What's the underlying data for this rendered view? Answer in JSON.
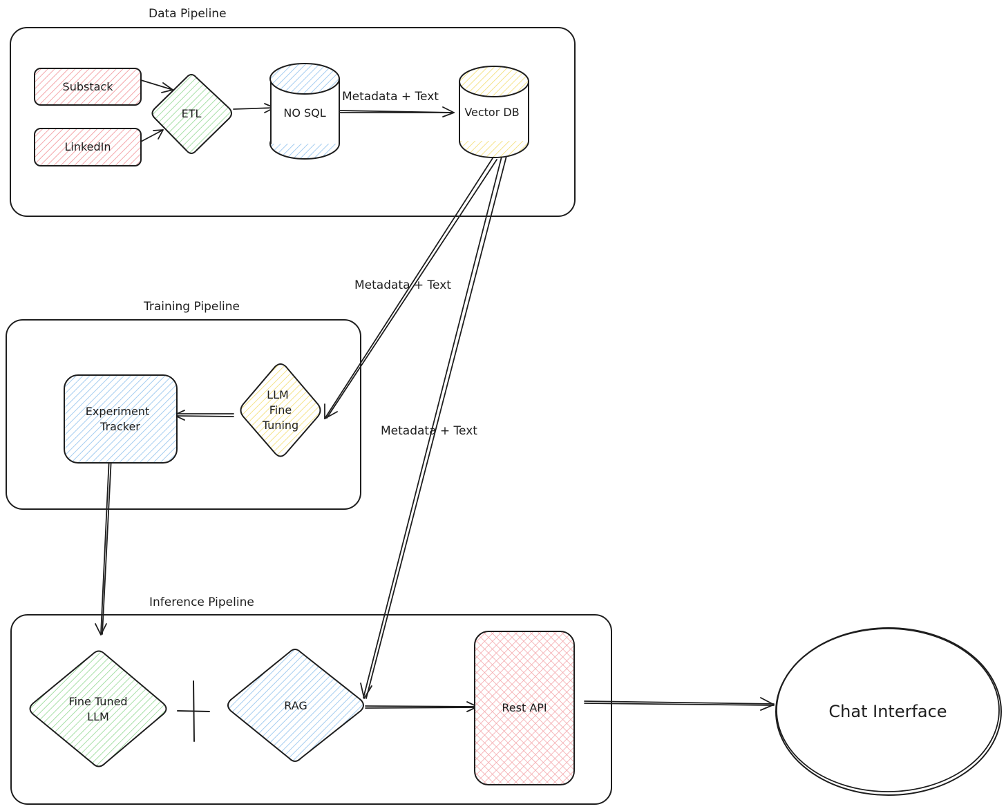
{
  "groups": {
    "data_pipeline": "Data Pipeline",
    "training_pipeline": "Training Pipeline",
    "inference_pipeline": "Inference Pipeline"
  },
  "nodes": {
    "substack": "Substack",
    "linkedin": "LinkedIn",
    "etl": "ETL",
    "nosql": "NO SQL",
    "vectordb": "Vector DB",
    "experiment_tracker": [
      "Experiment",
      "Tracker"
    ],
    "llm_fine_tuning": [
      "LLM",
      "Fine",
      "Tuning"
    ],
    "fine_tuned_llm": [
      "Fine Tuned",
      "LLM"
    ],
    "rag": "RAG",
    "rest_api": "Rest API",
    "chat_interface": "Chat Interface"
  },
  "edges": {
    "nosql_to_vectordb": "Metadata + Text",
    "vectordb_to_training": "Metadata + Text",
    "vectordb_to_rag": "Metadata + Text"
  },
  "colors": {
    "red_fill": "#f4a7ab",
    "green_fill": "#a8e0a8",
    "blue_fill": "#a5cdf0",
    "yellow_fill": "#f5e38a",
    "stroke": "#1e1e1e"
  }
}
